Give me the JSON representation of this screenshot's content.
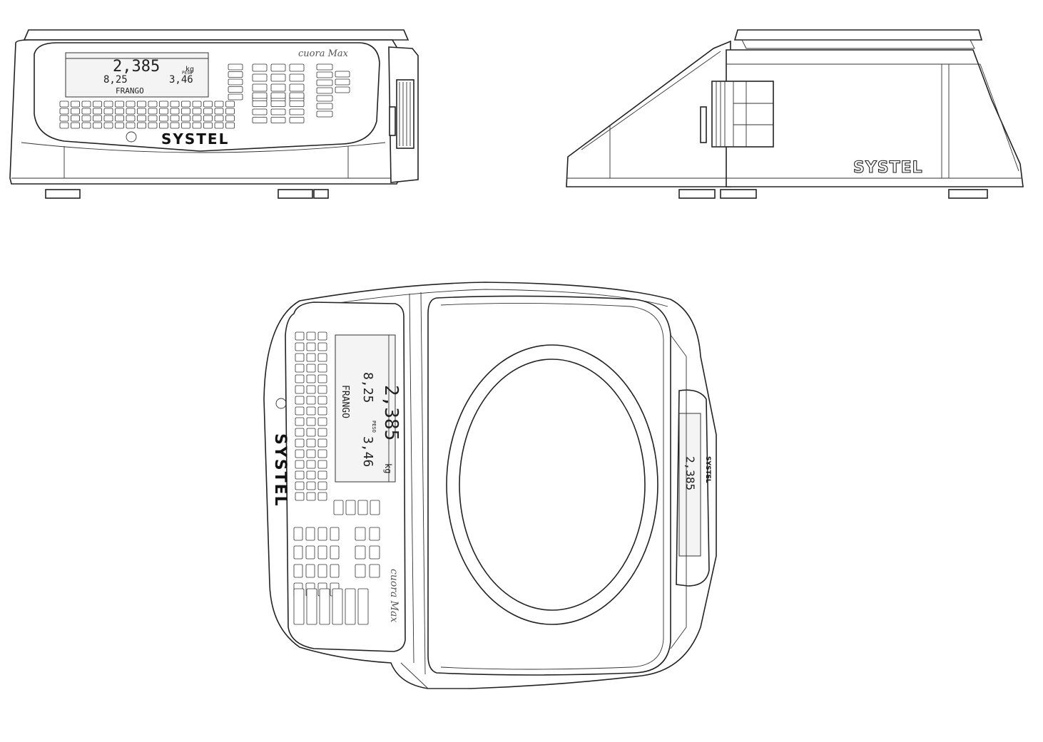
{
  "brand": "SYSTEL",
  "model": "cuora Max",
  "display": {
    "weight": "2,385",
    "weight_unit": "kg",
    "price": "8,25",
    "total": "3,46",
    "product": "FRANGO",
    "weight_label": "PESO"
  },
  "colors": {
    "line": "#222222",
    "background": "#ffffff",
    "lcd": "#f4f4f4"
  }
}
